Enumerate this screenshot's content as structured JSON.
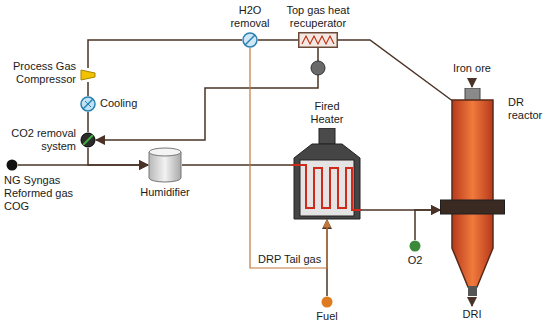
{
  "diagram": {
    "nodes": [
      {
        "text": [
          "Process Gas Compressor"
        ]
      },
      {
        "text": [
          "Cooling"
        ]
      },
      {
        "text": [
          "CO2 removal system"
        ]
      },
      {
        "text": [
          "H2O removal"
        ]
      },
      {
        "text": [
          "Top gas heat recuperator"
        ]
      },
      {
        "text": [
          "Humidifier"
        ]
      },
      {
        "text": [
          "Fired Heater"
        ]
      },
      {
        "text": [
          "DR reactor"
        ]
      },
      {
        "text": [
          "NG Syngas Reformed gas COG"
        ]
      },
      {
        "text": [
          "O2"
        ]
      },
      {
        "text": [
          "Fuel"
        ]
      }
    ],
    "edges": [
      {
        "from": 7,
        "to": 4,
        "arrow": "none"
      },
      {
        "from": 4,
        "to": 3,
        "arrow": "none"
      },
      {
        "from": 3,
        "to": 0,
        "arrow": "none"
      },
      {
        "from": 0,
        "to": 1,
        "arrow": "none"
      },
      {
        "from": 1,
        "to": 2,
        "arrow": "none"
      },
      {
        "from": 2,
        "to": 5,
        "arrow": "to"
      },
      {
        "from": 8,
        "to": 5,
        "arrow": "to"
      },
      {
        "from": 4,
        "to": 2,
        "arrow": "to"
      },
      {
        "from": 5,
        "to": 6,
        "arrow": "none"
      },
      {
        "from": 6,
        "to": 7,
        "arrow": "to"
      },
      {
        "from": 9,
        "to": 7,
        "arrow": "to"
      },
      {
        "from": 10,
        "to": 6,
        "arrow": "to"
      },
      {
        "from": 3,
        "to": 6,
        "label": "DRP Tail gas",
        "arrow": "to"
      }
    ],
    "labels": [
      "Iron ore",
      "DRI"
    ]
  }
}
